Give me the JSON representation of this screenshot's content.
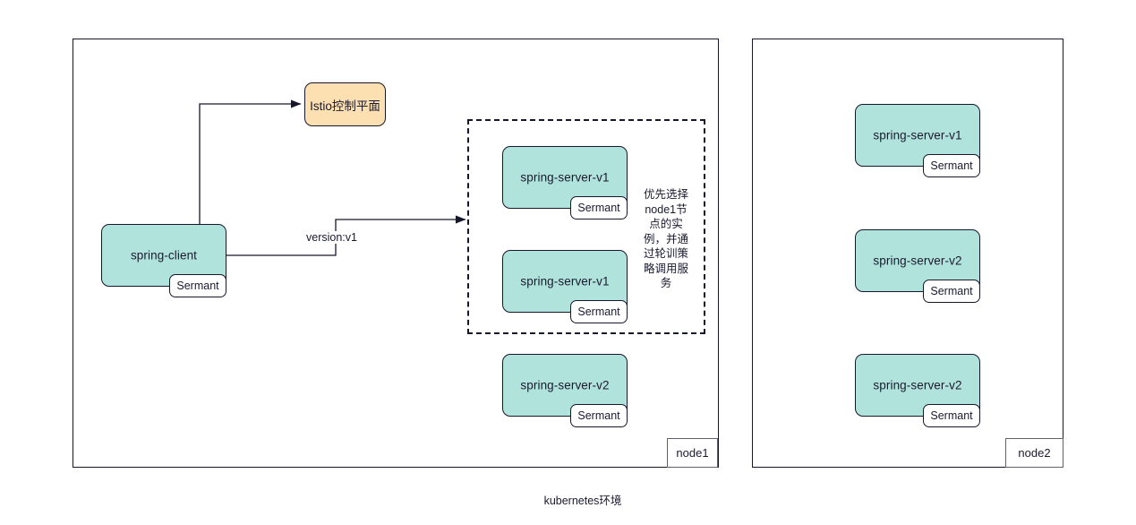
{
  "diagram": {
    "caption": "kubernetes环境",
    "nodes": [
      {
        "id": "node1",
        "label": "node1"
      },
      {
        "id": "node2",
        "label": "node2"
      }
    ],
    "control_plane": {
      "label": "Istio控制平面"
    },
    "client": {
      "label": "spring-client",
      "agent_label": "Sermant"
    },
    "edges": [
      {
        "id": "client-to-istio",
        "label": ""
      },
      {
        "id": "client-to-servers",
        "label": "version:v1"
      }
    ],
    "annotation": {
      "text": "优先选择node1节点的实例，并通过轮训策略调用服务",
      "lines": [
        "优先选择",
        "node1节",
        "点的实",
        "例，并通",
        "过轮训策",
        "略调用服",
        "务"
      ]
    },
    "node1_services": [
      {
        "label": "spring-server-v1",
        "agent_label": "Sermant",
        "in_selection": true
      },
      {
        "label": "spring-server-v1",
        "agent_label": "Sermant",
        "in_selection": true
      },
      {
        "label": "spring-server-v2",
        "agent_label": "Sermant",
        "in_selection": false
      }
    ],
    "node2_services": [
      {
        "label": "spring-server-v1",
        "agent_label": "Sermant"
      },
      {
        "label": "spring-server-v2",
        "agent_label": "Sermant"
      },
      {
        "label": "spring-server-v2",
        "agent_label": "Sermant"
      }
    ],
    "colors": {
      "service_fill": "#b1e3dd",
      "control_plane_fill": "#fde0b2",
      "stroke": "#17172b",
      "agent_fill": "#ffffff"
    }
  }
}
